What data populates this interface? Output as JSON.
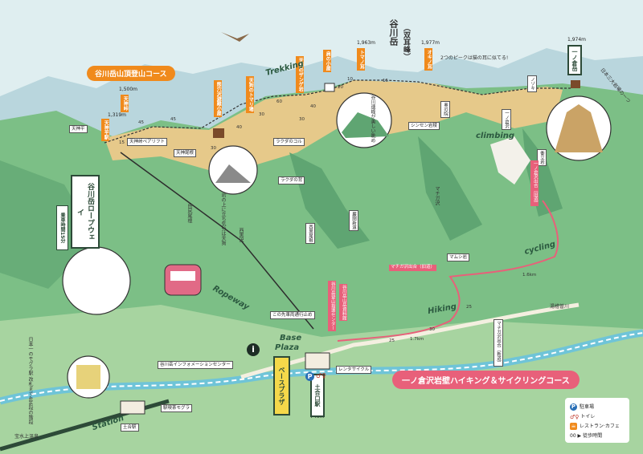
{
  "mountains": {
    "main_title": "谷川岳",
    "main_sub": "（双耳峰）",
    "ichinokura": "一ノ倉岳"
  },
  "elevations": {
    "tenjindaira": "1,319m",
    "tenjintoge": "1,500m",
    "tomanomimi": "1,963m",
    "okinomimi": "1,977m",
    "ichinokura": "1,974m",
    "doai": "746m"
  },
  "banners": {
    "summit_course": "谷川岳山頂登山コース",
    "ichinokura_course": "一ノ倉沢岩壁ハイキング＆サイクリングコース"
  },
  "ropeway_box": {
    "title": "谷川岳ロープウェイ",
    "ride": "乗車時間15分"
  },
  "base_plaza": {
    "box": "ベースプラザ",
    "script_line1": "Base",
    "script_line2": "Plaza"
  },
  "doai_station_box": "土合口駅",
  "summit_tags": {
    "tenjintoge": "天神峠",
    "tenjindaira": "天神平駅",
    "kumaana": "熊穴沢避難小屋",
    "tenguno_tomariba": "天狗のトマリ場",
    "tenguno_zangeiwa": "天狗のザンゲ岩",
    "katano_koya": "肩の小屋",
    "tomanomimi": "トマノ耳",
    "okinomimi": "オキノ耳"
  },
  "labels": {
    "tenjindaira_sm": "天神平",
    "lift": "天神峠ペアリフト",
    "tenjin_ridge": "天神尾根",
    "futatsu_peak": "2つのピークは猫の耳に似てる!",
    "okunoin": "奥の院",
    "shinsen": "シンセン岩稜",
    "nozoki": "ノゾキ",
    "japan_trail": "日本三大岩場の一つ",
    "ichinokura_sawa": "一ノ倉沢",
    "kinuta": "衝立岩",
    "rakuda_col": "ラクダのコル",
    "rakuda_back": "ラクダの背",
    "nishiguro": "西黒尾根",
    "iwakabu": "巖剛新道",
    "tajiri": "田尻尾根",
    "nishiguro_sawa": "西黒沢",
    "magozawa": "マチガ沢",
    "mamushi": "マムシ岩",
    "ichinokura_deai": "一ノ倉沢出合（旧道）",
    "machigazawa_deai": "マチガ沢出合（旧道）",
    "machigazawa_deai2": "マチガ沢出合（新道）",
    "yubiso": "湯檜曽川",
    "registration": "谷川岳登山指導センター",
    "museum": "谷川岳山岳資料館",
    "road_end": "この先車両通行止め",
    "info": "谷川岳インフォメーションセンター",
    "rental": "レンタサイクル",
    "doai_sta": "土合駅",
    "mogura": "駅喫茶モグラ",
    "mogura_note": "日本一のモグラ駅 改札まで486段の階段",
    "hot_spring": "宝水上温泉",
    "yubiso_river": "谷川",
    "view_note": "岩の上に立ち気分は天狗",
    "mountain_view_note": "谷川連峰が美しい眺め"
  },
  "trail_times": {
    "t1": "15",
    "t2": "45",
    "t3": "45",
    "t4": "30",
    "t5": "40",
    "t6": "30",
    "t7": "60",
    "t8": "30",
    "t9": "40",
    "t10": "20",
    "t11": "10",
    "t12": "15",
    "t13": "25",
    "t14": "30",
    "t15": "25"
  },
  "distances": {
    "d1": "1.7km",
    "d2": "1.6km"
  },
  "script_labels": {
    "trekking": "Trekking",
    "climbing": "climbing",
    "cycling": "cycling",
    "hiking": "Hiking",
    "ropeway": "Ropeway",
    "station": "Station"
  },
  "legend": {
    "parking": "駐車場",
    "toilet": "トイレ",
    "cafe": "レストラン·カフェ",
    "walk": "徒歩時間",
    "walk_marks": "00 ▶"
  },
  "icons": {
    "parking_letter": "P",
    "info_letter": "i",
    "toilet_glyph": "♂♀"
  },
  "colors": {
    "orange": "#f08a1c",
    "pink": "#e8607a",
    "dark_green": "#2d4a38",
    "mountain_green": "#7cbf86",
    "ridge_tan": "#e6c98a",
    "sky": "#dfeef0",
    "river": "#6fc4d8"
  }
}
